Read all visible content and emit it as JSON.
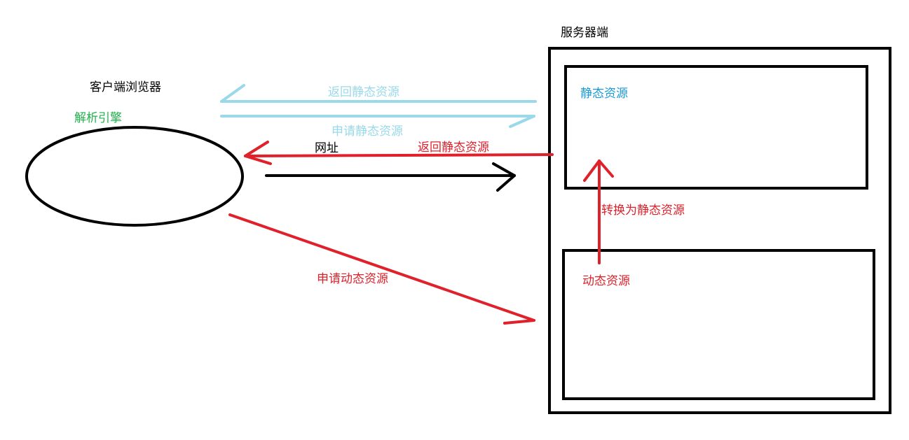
{
  "colors": {
    "black": "#000000",
    "red": "#e0202a",
    "light_blue": "#99d9ea",
    "blue_label": "#1a9ad6",
    "green": "#22b14c",
    "background": "#ffffff"
  },
  "labels": {
    "server_side": "服务器端",
    "client_browser": "客户端浏览器",
    "parse_engine": "解析引擎",
    "return_static_blue": "返回静态资源",
    "request_static_blue": "申请静态资源",
    "url": "网址",
    "return_static_red": "返回静态资源",
    "static_resource": "静态资源",
    "convert_to_static": "转换为静态资源",
    "request_dynamic": "申请动态资源",
    "dynamic_resource": "动态资源"
  }
}
